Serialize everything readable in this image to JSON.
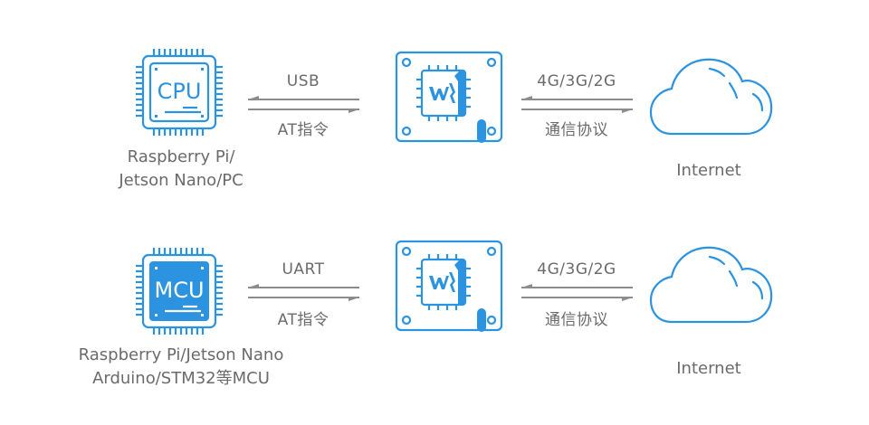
{
  "colors": {
    "accent": "#2b93e0",
    "text": "#6b6b6b",
    "arrow": "#8c8c8c",
    "background": "#ffffff"
  },
  "rows": [
    {
      "host": {
        "icon": "cpu-chip-icon",
        "chip_text": "CPU",
        "filled": false,
        "label_lines": [
          "Raspberry Pi/",
          "Jetson Nano/PC"
        ]
      },
      "link_left": {
        "top_label": "USB",
        "bottom_label": "AT指令"
      },
      "module": {
        "icon": "waveshare-module-board-icon"
      },
      "link_right": {
        "top_label": "4G/3G/2G",
        "bottom_label": "通信协议"
      },
      "cloud": {
        "icon": "cloud-icon",
        "label": "Internet"
      }
    },
    {
      "host": {
        "icon": "mcu-chip-icon",
        "chip_text": "MCU",
        "filled": true,
        "label_lines": [
          "Raspberry Pi/Jetson Nano",
          "Arduino/STM32等MCU"
        ]
      },
      "link_left": {
        "top_label": "UART",
        "bottom_label": "AT指令"
      },
      "module": {
        "icon": "waveshare-module-board-icon"
      },
      "link_right": {
        "top_label": "4G/3G/2G",
        "bottom_label": "通信协议"
      },
      "cloud": {
        "icon": "cloud-icon",
        "label": "Internet"
      }
    }
  ]
}
